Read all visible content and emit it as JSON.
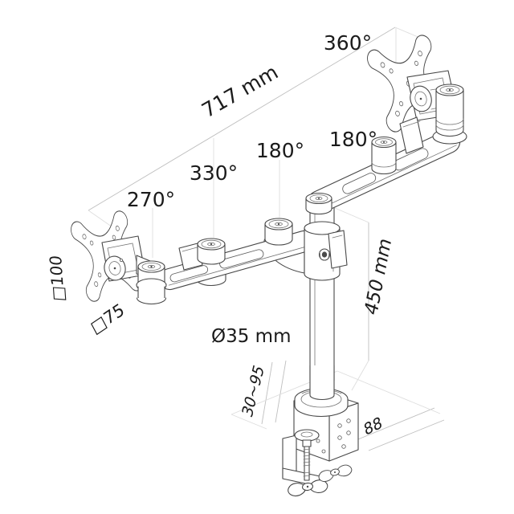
{
  "colors": {
    "background": "#ffffff",
    "line_art": "#474747",
    "dimension_lines": "#bfbfbf",
    "label_text": "#1b1b1b"
  },
  "labels": {
    "top_vesa_rotation": "360°",
    "arm_reach": "717 mm",
    "upper_arm_joint_rotation": "180°",
    "lower_arm_shoulder_rotation": "180°",
    "lower_arm_elbow_rotation": "330°",
    "lower_arm_wrist_rotation": "270°",
    "vesa_square_100": "□100",
    "vesa_square_75": "□75",
    "pole_diameter": "Ø35 mm",
    "pole_height": "450 mm",
    "clamp_grip_range": "30~95",
    "clamp_depth": "88"
  }
}
